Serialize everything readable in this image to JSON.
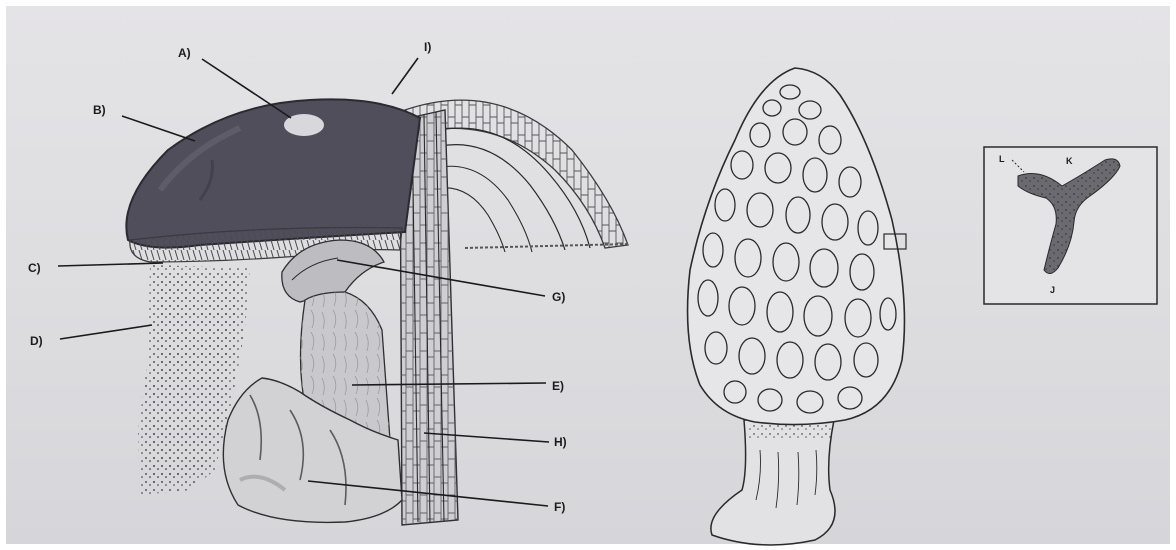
{
  "labels": {
    "A": "A)",
    "B": "B)",
    "C": "C)",
    "D": "D)",
    "E": "E)",
    "F": "F)",
    "G": "G)",
    "H": "H)",
    "I": "I)",
    "J": "J",
    "K": "K",
    "L": "L"
  },
  "colors": {
    "cap": "#4f4e5a",
    "cap_highlight": "#6b6a75",
    "spot": "#d8d8dc",
    "stalk": "#c9c9cd",
    "volva": "#d2d2d5",
    "spores": "#1e1e22",
    "ink": "#2a2a2a"
  },
  "icons": [
    "mushroom-cross-section",
    "morel-illustration",
    "spore-magnification-inset"
  ]
}
